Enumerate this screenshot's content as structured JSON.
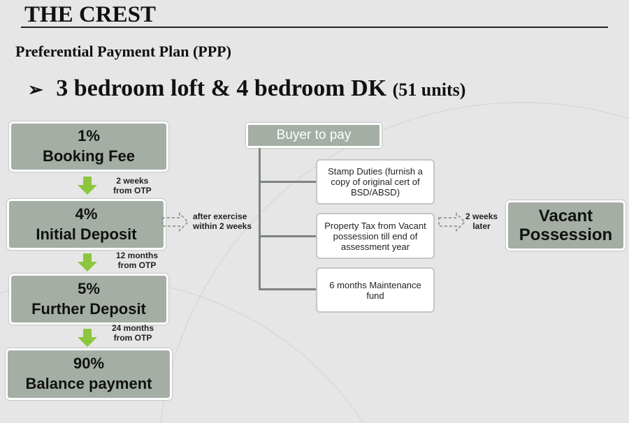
{
  "header": {
    "title": "THE CREST",
    "subtitle": "Preferential Payment Plan (PPP)",
    "bullet": "➢",
    "heading": "3 bedroom loft & 4 bedroom DK",
    "heading_units": "(51 units)"
  },
  "stages": [
    {
      "percent": "1%",
      "label": "Booking Fee"
    },
    {
      "percent": "4%",
      "label": "Initial Deposit"
    },
    {
      "percent": "5%",
      "label": "Further Deposit"
    },
    {
      "percent": "90%",
      "label": "Balance payment"
    }
  ],
  "timings": [
    {
      "line1": "2 weeks",
      "line2": "from OTP"
    },
    {
      "line1": "12 months",
      "line2": "from OTP"
    },
    {
      "line1": "24 months",
      "line2": "from OTP"
    }
  ],
  "exercise_note": {
    "line1": "after exercise",
    "line2": "within 2 weeks"
  },
  "buyer": {
    "title": "Buyer to pay",
    "items": [
      "Stamp Duties (furnish a copy of original cert of BSD/ABSD)",
      "Property Tax from Vacant possession till end of assessment year",
      "6 months Maintenance fund"
    ]
  },
  "later_note": {
    "line1": "2 weeks",
    "line2": "later"
  },
  "final": {
    "line1": "Vacant",
    "line2": "Possession"
  },
  "colors": {
    "box": "#a4aea4",
    "arrow": "#8cc63f",
    "background": "#e5e6e5"
  }
}
